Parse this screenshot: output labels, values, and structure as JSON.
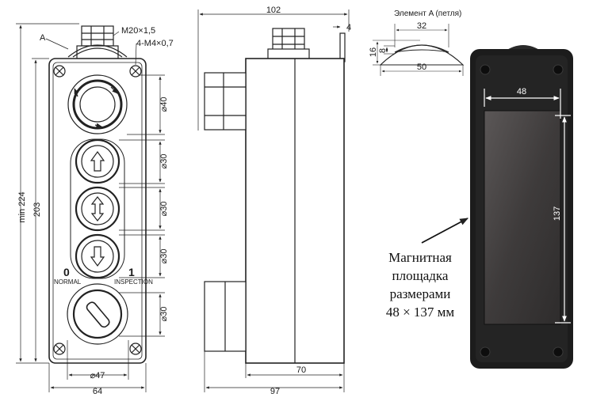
{
  "front_view": {
    "label_a": "A",
    "gland_thread": "M20×1,5",
    "screws": "4-M4×0,7",
    "dim_total_height": "min 224",
    "dim_body_height": "203",
    "dim_estop_dia": "⌀40",
    "dim_button1_dia": "⌀30",
    "dim_button2_dia": "⌀30",
    "dim_button3_dia": "⌀30",
    "dim_selector_dia": "⌀30",
    "dim_selector_spacing": "⌀47",
    "dim_width": "64",
    "selector_left_num": "0",
    "selector_left_text": "NORMAL",
    "selector_right_num": "1",
    "selector_right_text": "INSPECTION"
  },
  "side_view": {
    "dim_total_depth": "102",
    "dim_hook": "4",
    "dim_body_depth": "70",
    "dim_overall": "97"
  },
  "element_a": {
    "title": "Элемент A (петля)",
    "dim_top": "32",
    "dim_height": "16",
    "dim_inner": "8",
    "dim_bottom": "50"
  },
  "photo": {
    "dim_width": "48",
    "dim_height": "137"
  },
  "caption": {
    "line1": "Магнитная",
    "line2": "площадка",
    "line3": "размерами",
    "line4": "48 × 137 мм"
  }
}
